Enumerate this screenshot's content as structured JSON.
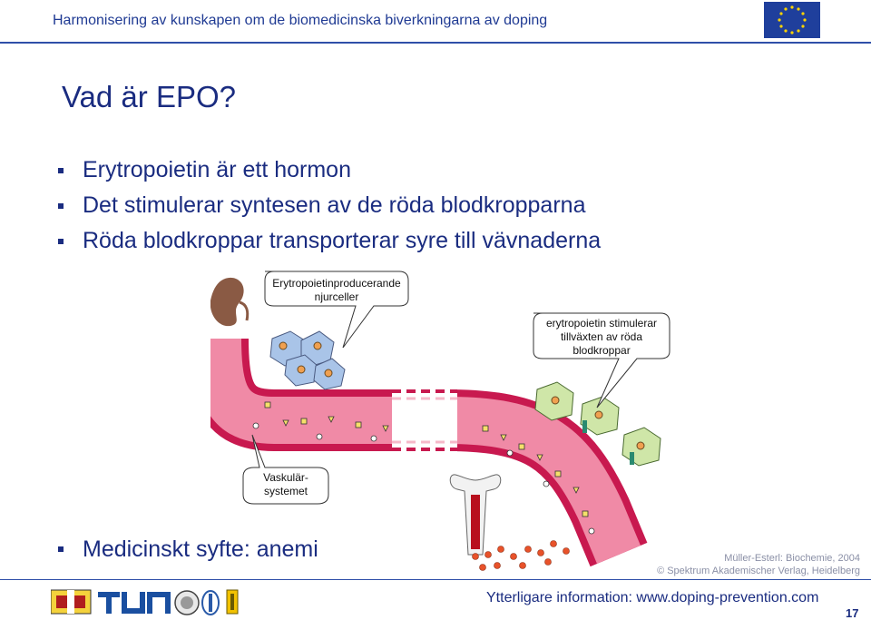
{
  "header": {
    "title": "Harmonisering av kunskapen om de biomedicinska biverkningarna av doping"
  },
  "slide": {
    "title": "Vad är EPO?",
    "bullets": [
      "Erytropoietin är ett hormon",
      "Det stimulerar syntesen av de röda blodkropparna",
      "Röda blodkroppar transporterar syre till vävnaderna"
    ],
    "bottom_bullet": "Medicinskt syfte: anemi"
  },
  "diagram": {
    "callout_kidney_line1": "Erytropoietinproducerande",
    "callout_kidney_line2": "njurceller",
    "callout_marrow_line1": "erytropoietin stimulerar",
    "callout_marrow_line2": "tillväxten av röda",
    "callout_marrow_line3": "blodkroppar",
    "callout_vascular_line1": "Vaskulär-",
    "callout_vascular_line2": "systemet"
  },
  "credits": {
    "line1": "Müller-Esterl: Biochemie, 2004",
    "line2": "© Spektrum Akademischer Verlag, Heidelberg"
  },
  "footer": {
    "info": "Ytterligare information: www.doping-prevention.com",
    "page_number": "17"
  },
  "colors": {
    "title_blue": "#1a2c80",
    "header_blue": "#1f3a93",
    "vessel_wall": "#c8194f",
    "vessel_inner": "#f08aa6",
    "cell_blue": "#a9c4e8",
    "cell_green": "#cfe6a8"
  }
}
